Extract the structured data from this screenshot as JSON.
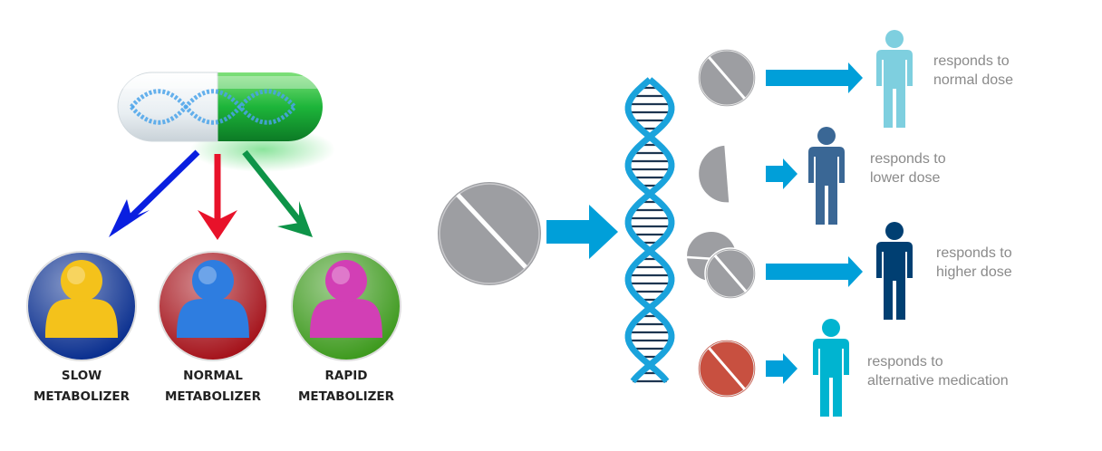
{
  "left_panel": {
    "metabolizers": [
      {
        "line1": "SLOW",
        "line2": "METABOLIZER",
        "ring_color": "#0a2f8f",
        "person_color": "#f4c21b",
        "arrow_color": "#0a1fe0"
      },
      {
        "line1": "NORMAL",
        "line2": "METABOLIZER",
        "ring_color": "#a5131b",
        "person_color": "#2e7de0",
        "arrow_color": "#e8122a"
      },
      {
        "line1": "RAPID",
        "line2": "METABOLIZER",
        "ring_color": "#3e9a1e",
        "person_color": "#d23fb5",
        "arrow_color": "#0e9448"
      }
    ]
  },
  "right_panel": {
    "arrow_color": "#009fd9",
    "pill_color": "#9d9ea2",
    "responses": [
      {
        "line1": "responds to",
        "line2": "normal dose",
        "pill": "whole",
        "person_color": "#7ecfdf"
      },
      {
        "line1": "responds to",
        "line2": "lower dose",
        "pill": "half",
        "person_color": "#3a6795"
      },
      {
        "line1": "responds to",
        "line2": "higher dose",
        "pill": "double",
        "person_color": "#003f72"
      },
      {
        "line1": "responds to",
        "line2": "alternative medication",
        "pill": "alternative",
        "person_color": "#00b4d0"
      }
    ]
  }
}
